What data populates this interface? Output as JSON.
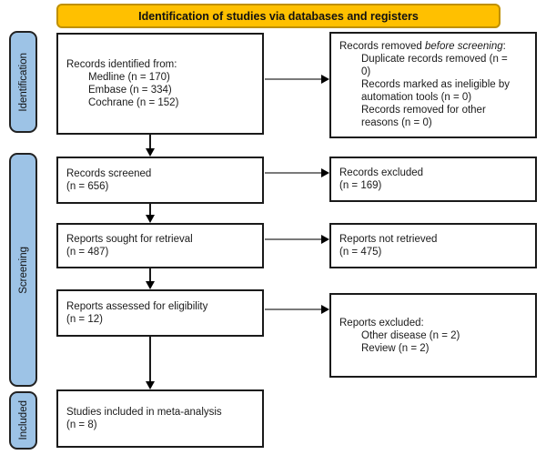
{
  "header": {
    "title": "Identification of studies via databases and registers"
  },
  "colors": {
    "banner_bg": "#FFC000",
    "banner_border": "#BF9000",
    "stage_bg": "#9DC3E6",
    "box_border": "#1a1a1a",
    "arrow_line": "#7a7a7a",
    "arrow_head": "#000000"
  },
  "stages": [
    {
      "label": "Identification"
    },
    {
      "label": "Screening"
    },
    {
      "label": "Included"
    }
  ],
  "flow": {
    "identified": {
      "lead": "Records identified from:",
      "items": [
        "Medline (n = 170)",
        "Embase (n = 334)",
        "Cochrane (n = 152)"
      ]
    },
    "removed": {
      "lead_normal": "Records removed ",
      "lead_italic": "before screening",
      "lead_colon": ":",
      "items": [
        "Duplicate records removed (n = 0)",
        "Records marked as ineligible by automation tools (n = 0)",
        "Records removed for other reasons (n = 0)"
      ]
    },
    "screened": {
      "line1": "Records screened",
      "line2": "(n = 656)"
    },
    "excluded": {
      "line1": "Records excluded",
      "line2": "(n = 169)"
    },
    "sought": {
      "line1": "Reports sought for retrieval",
      "line2": "(n = 487)"
    },
    "not_retrieved": {
      "line1": "Reports not retrieved",
      "line2": "(n = 475)"
    },
    "assessed": {
      "line1": "Reports assessed for eligibility",
      "line2": "(n = 12)"
    },
    "reports_excluded": {
      "lead": "Reports excluded:",
      "items": [
        "Other disease (n = 2)",
        "Review (n = 2)"
      ]
    },
    "included_meta": {
      "line1": "Studies included in meta-analysis",
      "line2": "(n = 8)"
    }
  }
}
